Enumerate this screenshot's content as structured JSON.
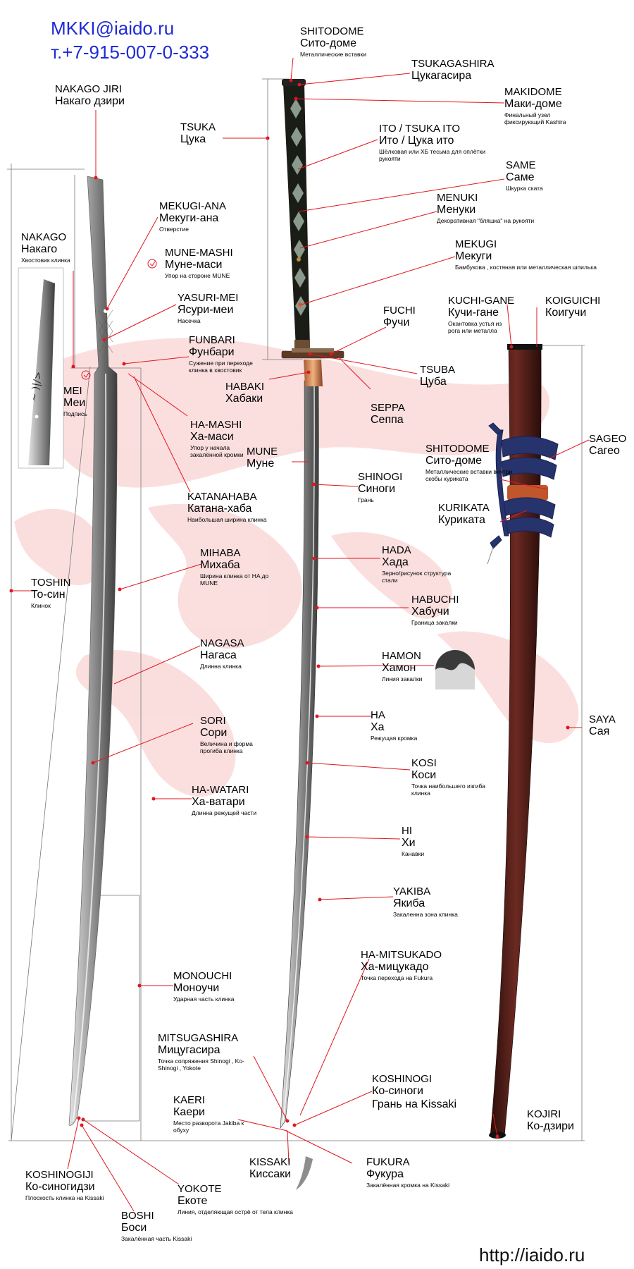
{
  "contact": {
    "email": "MKKI@iaido.ru",
    "phone": "т.+7-915-007-0-333"
  },
  "url": "http://iaido.ru",
  "colors": {
    "leader": "#e0171f",
    "dimension": "#777777",
    "contact": "#1f2bd6",
    "saya": "#5a211c",
    "sageo": "#27336d",
    "ito": "#1a1d16"
  },
  "labels": {
    "shitodome_top": {
      "en": "SHITODOME",
      "ru": "Сито-доме",
      "desc": "Металлические вставки"
    },
    "tsukagashira": {
      "en": "TSUKAGASHIRA",
      "ru": "Цукагасира"
    },
    "makidome": {
      "en": "MAKIDOME",
      "ru": "Маки-доме",
      "desc": "Финальный узел фиксирующий Kashira"
    },
    "tsuka": {
      "en": "TSUKA",
      "ru": "Цука"
    },
    "ito": {
      "en": "ITO / TSUKA ITO",
      "ru": "Ито / Цука ито",
      "desc": "Шёлковая или ХБ тесьма для оплётки рукояти"
    },
    "same": {
      "en": "SAME",
      "ru": "Саме",
      "desc": "Шкурка ската"
    },
    "menuki": {
      "en": "MENUKI",
      "ru": "Менуки",
      "desc": "Декоративная \"бляшка\" на рукояти"
    },
    "mekugi": {
      "en": "MEKUGI",
      "ru": "Мекуги",
      "desc": "Бамбукова , костяная или металлическая шпилька"
    },
    "nakago_jiri": {
      "en": "NAKAGO JIRI",
      "ru": "Накаго дзири"
    },
    "mekugi_ana": {
      "en": "MEKUGI-ANA",
      "ru": "Мекуги-ана",
      "desc": "Отверстие"
    },
    "nakago": {
      "en": "NAKAGO",
      "ru": "Накаго",
      "desc": "Хвостовик клинка"
    },
    "mune_mashi": {
      "en": "MUNE-MASHI",
      "ru": "Муне-маси",
      "desc": "Упор на стороне MUNE"
    },
    "yasuri_mei": {
      "en": "YASURI-MEI",
      "ru": "Ясури-меи",
      "desc": "Насечка"
    },
    "funbari": {
      "en": "FUNBARI",
      "ru": "Фунбари",
      "desc": "Сужение при переходе клинка в хвостовик"
    },
    "kuchi_gane": {
      "en": "KUCHI-GANE",
      "ru": "Кучи-гане",
      "desc": "Окантовка устья из рога или металла"
    },
    "koiguichi": {
      "en": "KOIGUICHI",
      "ru": "Коигучи"
    },
    "fuchi": {
      "en": "FUCHI",
      "ru": "Фучи"
    },
    "tsuba": {
      "en": "TSUBA",
      "ru": "Цуба"
    },
    "habaki": {
      "en": "HABAKI",
      "ru": "Хабаки"
    },
    "seppa": {
      "en": "SEPPA",
      "ru": "Сеппа"
    },
    "mei": {
      "en": "MEI",
      "ru": "Меи",
      "desc": "Подпись"
    },
    "ha_mashi": {
      "en": "HA-MASHI",
      "ru": "Ха-маси",
      "desc": "Упор у начала закалённой кромки"
    },
    "sageo": {
      "en": "SAGEO",
      "ru": "Сагео"
    },
    "mune": {
      "en": "MUNE",
      "ru": "Муне"
    },
    "shitodome_saya": {
      "en": "SHITODOME",
      "ru": "Сито-доме",
      "desc": "Металлические вставки внутри скобы куриката"
    },
    "shinogi": {
      "en": "SHINOGI",
      "ru": "Синоги",
      "desc": "Грань"
    },
    "katanahaba": {
      "en": "KATANAHABA",
      "ru": "Катана-хаба",
      "desc": "Наибольшая ширина клинка"
    },
    "kurikata": {
      "en": "KURIKATA",
      "ru": "Куриката"
    },
    "mihaba": {
      "en": "MIHABA",
      "ru": "Михаба",
      "desc": "Ширина клинка от HA до MUNE"
    },
    "hada": {
      "en": "HADA",
      "ru": "Хада",
      "desc": "Зерно/рисунок структура стали"
    },
    "toshin": {
      "en": "TOSHIN",
      "ru": "То-син",
      "desc": "Клинок"
    },
    "habuchi": {
      "en": "HABUCHI",
      "ru": "Хабучи",
      "desc": "Граница закалки"
    },
    "nagasa": {
      "en": "NAGASA",
      "ru": "Нагаса",
      "desc": "Длинна клинка"
    },
    "hamon": {
      "en": "HAMON",
      "ru": "Хамон",
      "desc": "Линия закалки"
    },
    "ha": {
      "en": "HA",
      "ru": "Ха",
      "desc": "Режущая кромка"
    },
    "sori": {
      "en": "SORI",
      "ru": "Сори",
      "desc": "Величина и форма прогиба клинка"
    },
    "saya": {
      "en": "SAYA",
      "ru": "Сая"
    },
    "kosi": {
      "en": "KOSI",
      "ru": "Коси",
      "desc": "Точка наибольшего изгиба клинка"
    },
    "ha_watari": {
      "en": "HA-WATARI",
      "ru": "Ха-ватари",
      "desc": "Длинна режущей части"
    },
    "hi": {
      "en": "HI",
      "ru": "Хи",
      "desc": "Канавки"
    },
    "yakiba": {
      "en": "YAKIBA",
      "ru": "Якиба",
      "desc": "Закаленна зона клинка"
    },
    "ha_mitsukado": {
      "en": "HA-MITSUKADO",
      "ru": "Ха-мицукадо",
      "desc": "Точка перехода на Fukura"
    },
    "monouchi": {
      "en": "MONOUCHI",
      "ru": "Моноучи",
      "desc": "Ударная часть клинка"
    },
    "mitsugashira": {
      "en": "MITSUGASHIRA",
      "ru": "Мицугасира",
      "desc": "Точка сопряжения Shinogi , Ko-Shinogi , Yokote"
    },
    "koshinogi": {
      "en": "KOSHINOGI",
      "ru": "Ко-синоги",
      "ru2": "Грань на Kissaki"
    },
    "kaeri": {
      "en": "KAERI",
      "ru": "Каери",
      "desc": "Место разворота Jakiba к обуху"
    },
    "kojiri": {
      "en": "KOJIRI",
      "ru": "Ко-дзири"
    },
    "koshinogiji": {
      "en": "KOSHINOGIJI",
      "ru": "Ко-синогидзи",
      "desc": "Плоскость клинка на Kissaki"
    },
    "kissaki": {
      "en": "KISSAKI",
      "ru": "Киссаки"
    },
    "fukura": {
      "en": "FUKURA",
      "ru": "Фукура",
      "desc": "Закалённая кромка на Kissaki"
    },
    "yokote": {
      "en": "YOKOTE",
      "ru": "Екоте",
      "desc": "Линия, отделяющая острё от тела клинка"
    },
    "boshi": {
      "en": "BOSHI",
      "ru": "Боси",
      "desc": "Закалённая часть Kissaki"
    }
  }
}
